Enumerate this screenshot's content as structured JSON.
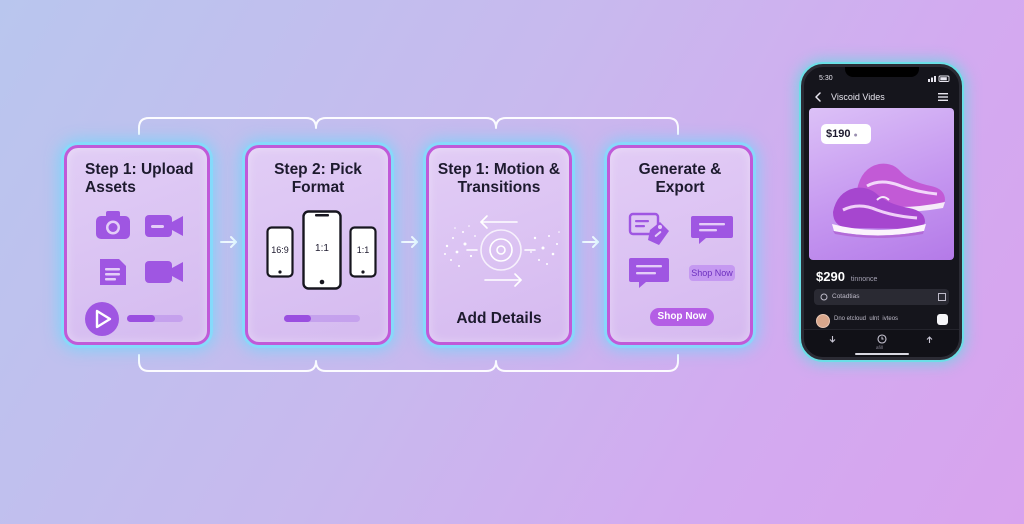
{
  "steps": [
    {
      "title": "Step 1: Upload Assets",
      "icons": [
        "camera-icon",
        "video-camera-icon",
        "document-icon",
        "video-camera-icon",
        "play-icon"
      ],
      "progress": 0.5
    },
    {
      "title": "Step 2: Pick Format",
      "formats": [
        "16:9",
        "1:1",
        "1:1"
      ],
      "progress": 0.35
    },
    {
      "title": "Step 1: Motion & Transitions",
      "footer": "Add Details"
    },
    {
      "title": "Generate & Export",
      "badge": "Shop Now",
      "button": "Shop Now",
      "icons": [
        "price-tag-icon",
        "chat-bubble-icon",
        "chat-bubble-icon"
      ]
    }
  ],
  "phone": {
    "status_time": "5:30",
    "header_title": "Viscoid Vides",
    "price_tag": "$190",
    "price": "$290",
    "price_note": "tinnonce",
    "row_label": "Cotadtias",
    "caption": "Dno etcloud  ulnt  ivteos",
    "tab_labels": [
      "",
      "afill",
      ""
    ]
  },
  "colors": {
    "accent": "#b45ee5",
    "card_border": "#c05ad8",
    "glow": "#60dcff",
    "phone_frame": "#15151c"
  }
}
